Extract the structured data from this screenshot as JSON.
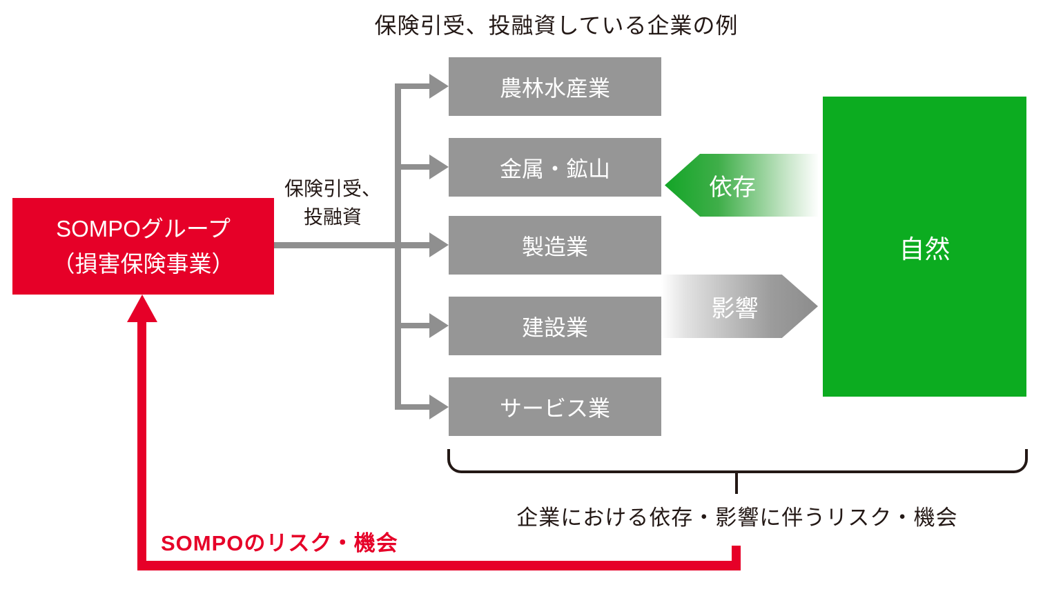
{
  "colors": {
    "brand_red": "#e60028",
    "industry_gray": "#969696",
    "connector_gray": "#8f8f8f",
    "nature_green": "#0cac20",
    "text_dark": "#231815",
    "text_white": "#ffffff"
  },
  "title": "保険引受、投融資している企業の例",
  "sompo_box": {
    "line1": "SOMPOグループ",
    "line2": "（損害保険事業）"
  },
  "flow_label": {
    "line1": "保険引受、",
    "line2": "投融資"
  },
  "industries": [
    "農林水産業",
    "金属・鉱山",
    "製造業",
    "建設業",
    "サービス業"
  ],
  "nature_box": {
    "label": "自然"
  },
  "dependence_arrow": {
    "label": "依存"
  },
  "impact_arrow": {
    "label": "影響"
  },
  "bracket_caption": "企業における依存・影響に伴うリスク・機会",
  "feedback_label": "SOMPOのリスク・機会"
}
